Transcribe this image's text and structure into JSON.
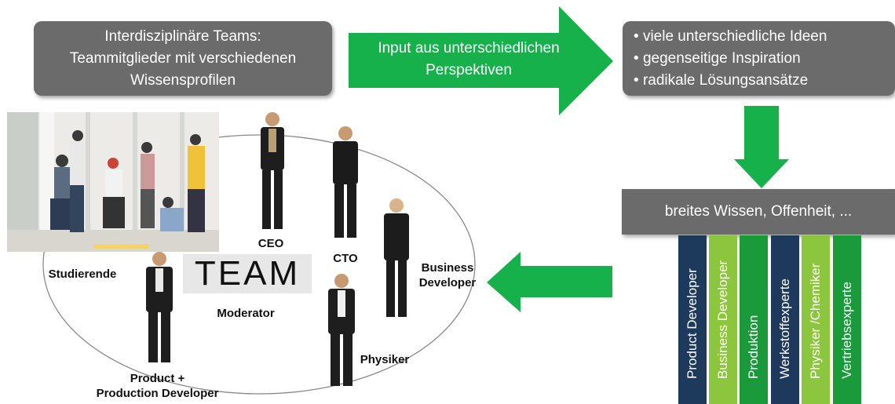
{
  "team_box": {
    "line1": "Interdisziplinäre Teams:",
    "line2": "Teammitglieder mit verschiedenen",
    "line3": "Wissensprofilen"
  },
  "input_arrow": {
    "line1": "Input aus unterschiedlichen",
    "line2": "Perspektiven"
  },
  "ideas_box": {
    "items": [
      "viele unterschiedliche Ideen",
      "gegenseitige Inspiration",
      "radikale Lösungsansätze"
    ]
  },
  "wissen_box": {
    "label": "breites Wissen, Offenheit, ..."
  },
  "pillars": [
    {
      "label": "Product Developer",
      "color": "#1d3a5c"
    },
    {
      "label": "Business Developer",
      "color": "#8cc63f"
    },
    {
      "label": "Produktion",
      "color": "#1a9a3a"
    },
    {
      "label": "Werkstoffexperte",
      "color": "#1d3a5c"
    },
    {
      "label": "Physiker /Chemiker",
      "color": "#8cc63f"
    },
    {
      "label": "Vertriebsexperte",
      "color": "#1a9a3a"
    }
  ],
  "team_logo": "TEAM",
  "roles": {
    "ceo": "CEO",
    "cto": "CTO",
    "business_line1": "Business",
    "business_line2": "Developer",
    "studierende": "Studierende",
    "moderator": "Moderator",
    "physiker": "Physiker",
    "product_line1": "Product +",
    "product_line2": "Production Developer"
  },
  "colors": {
    "arrow_green": "#16b14b",
    "box_gray": "#6b6b6b"
  }
}
